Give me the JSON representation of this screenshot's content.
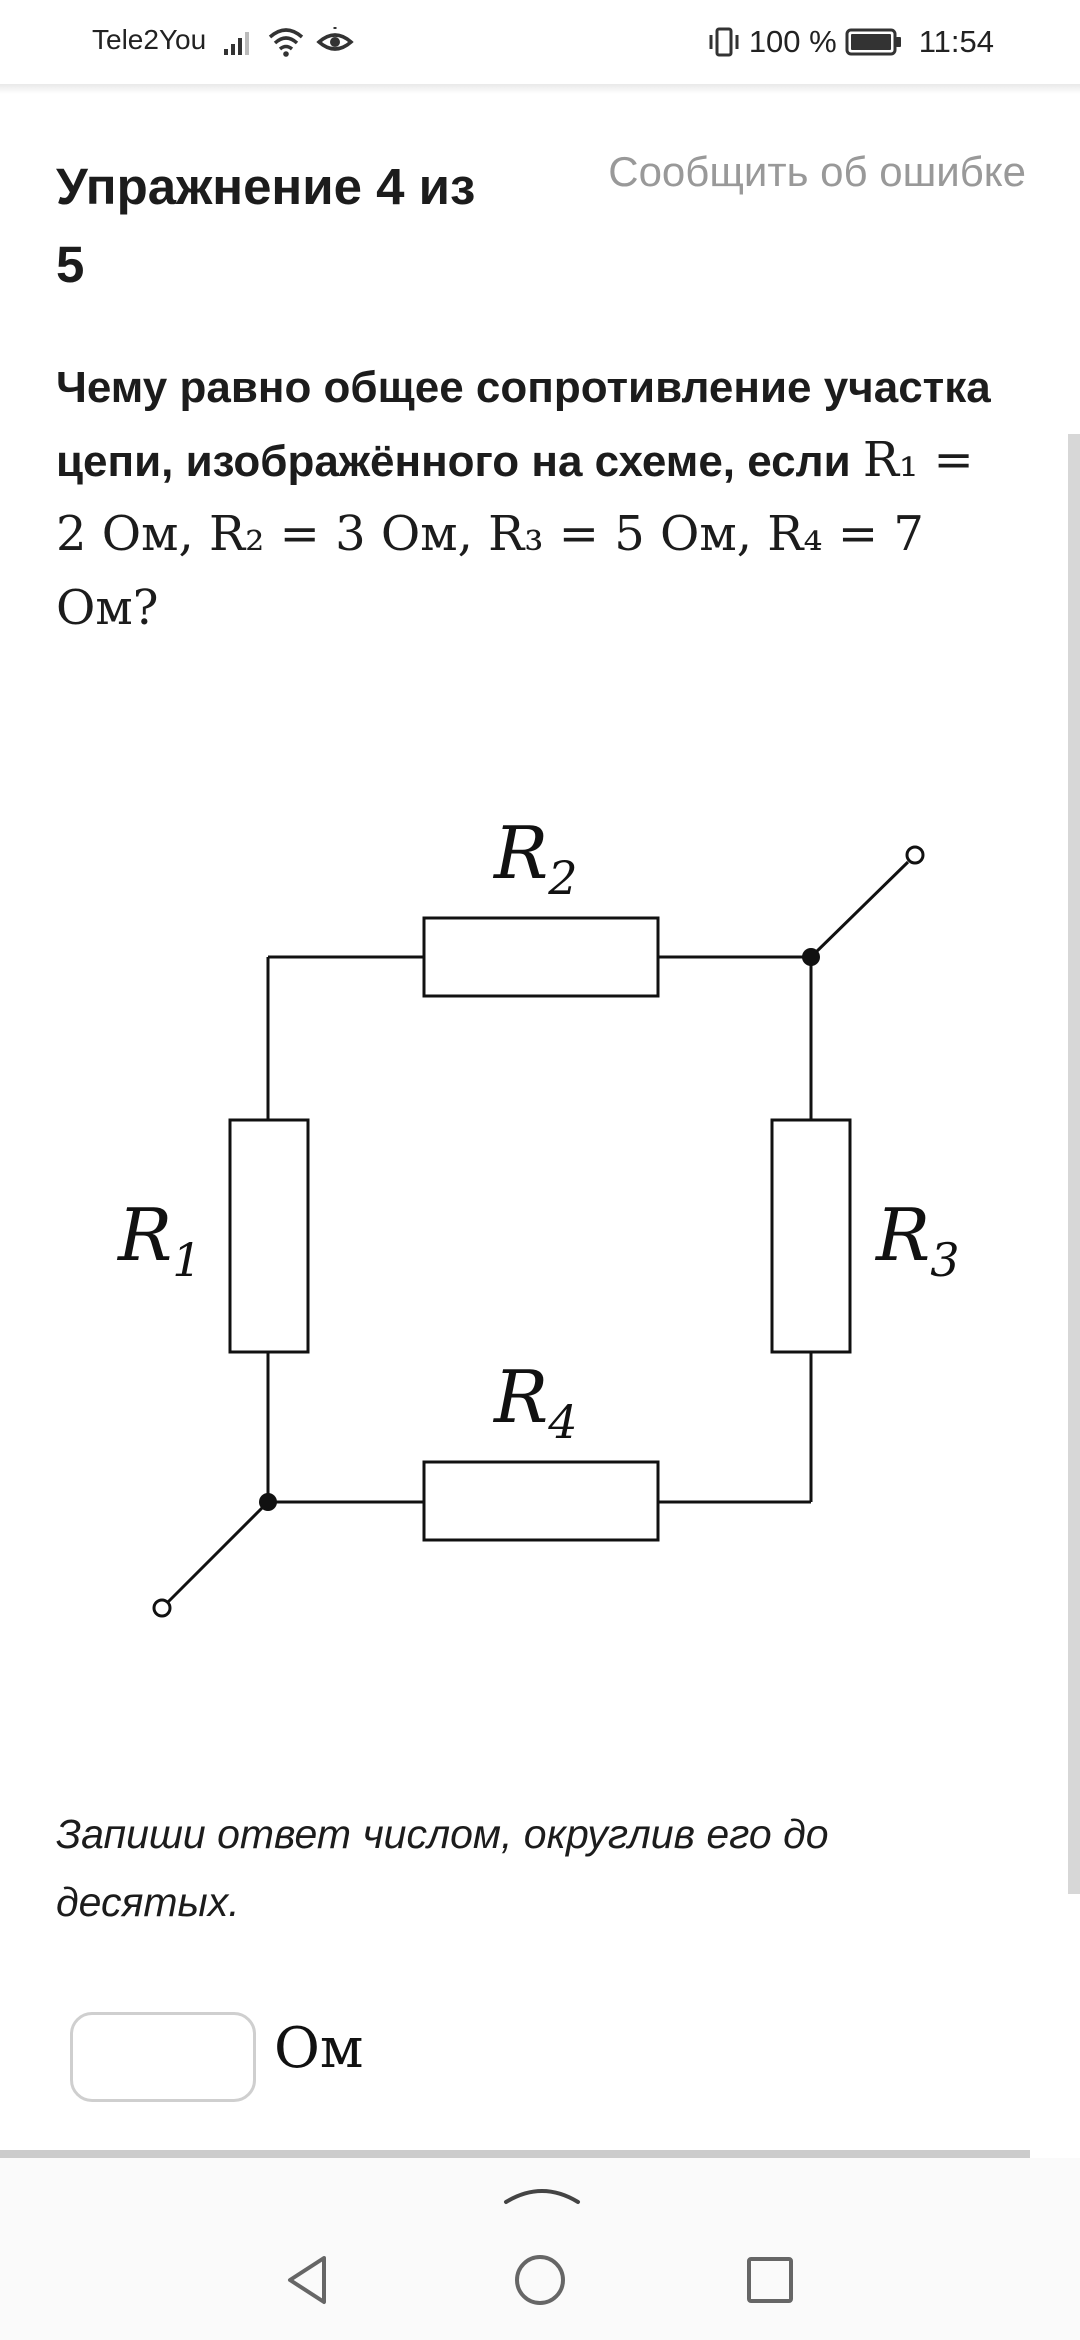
{
  "status_bar": {
    "carrier": "Tele2You",
    "battery": "100 %",
    "time": "11:54",
    "icons": [
      "signal-icon",
      "wifi-icon",
      "eye-icon",
      "vibrate-icon",
      "battery-icon"
    ]
  },
  "header": {
    "title": "Упражнение 4 из 5",
    "report_link": "Сообщить об ошибке"
  },
  "question": {
    "text": "Чему равно общее сопротивление участка цепи, изображённого на схеме, если",
    "math": "R₁ = 2 Ом, R₂ = 3 Ом, R₃ = 5 Ом, R₄ = 7 Ом?"
  },
  "circuit": {
    "labels": {
      "r1": "R",
      "r1_sub": "1",
      "r2": "R",
      "r2_sub": "2",
      "r3": "R",
      "r3_sub": "3",
      "r4": "R",
      "r4_sub": "4"
    }
  },
  "instruction": "Запиши ответ числом, округлив его до десятых.",
  "answer": {
    "value": "",
    "unit": "Ом"
  },
  "nav": {
    "icons": [
      "chevron-up-icon",
      "back-icon",
      "home-icon",
      "recents-icon"
    ]
  },
  "colors": {
    "report_link": "#999999",
    "text": "#1c1c1c",
    "input_border": "#cfcfcf"
  }
}
